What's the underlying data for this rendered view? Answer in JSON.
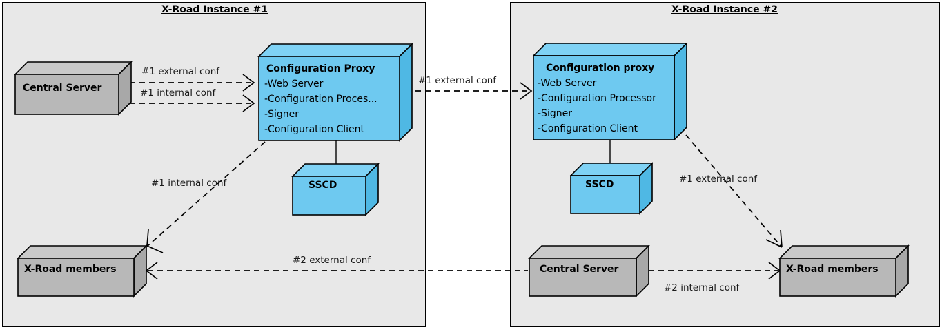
{
  "diagram": {
    "type": "uml-deployment-diagram",
    "background_color": "#ffffff",
    "panel_color": "#e8e8e8",
    "node_blue_color": "#6ec9f0",
    "node_gray_color": "#b8b8b8",
    "line_color": "#000000"
  },
  "panels": [
    {
      "id": "instance-1",
      "title": "X-Road Instance #1"
    },
    {
      "id": "instance-2",
      "title": "X-Road Instance #2"
    }
  ],
  "nodes": {
    "central_server_1": {
      "title": "Central Server",
      "style": "gray"
    },
    "config_proxy_1": {
      "title": "Configuration Proxy",
      "style": "blue",
      "components": [
        "-Web Server",
        "-Configuration Proces...",
        "-Signer",
        "-Configuration Client"
      ]
    },
    "sscd_1": {
      "title": "SSCD",
      "style": "blue"
    },
    "members_1": {
      "title": "X-Road members",
      "style": "gray"
    },
    "config_proxy_2": {
      "title": "Configuration proxy",
      "style": "blue",
      "components": [
        "-Web Server",
        "-Configuration Processor",
        "-Signer",
        "-Configuration Client"
      ]
    },
    "sscd_2": {
      "title": "SSCD",
      "style": "blue"
    },
    "central_server_2": {
      "title": "Central Server",
      "style": "gray"
    },
    "members_2": {
      "title": "X-Road members",
      "style": "gray"
    }
  },
  "edges": [
    {
      "id": "e1",
      "label": "#1 external conf",
      "from": "central_server_1",
      "to": "config_proxy_1",
      "style": "dashed-arrow"
    },
    {
      "id": "e2",
      "label": "#1 internal conf",
      "from": "central_server_1",
      "to": "config_proxy_1",
      "style": "dashed-arrow"
    },
    {
      "id": "e3",
      "label": "#1 external conf",
      "from": "config_proxy_1",
      "to": "config_proxy_2",
      "style": "dashed-arrow"
    },
    {
      "id": "e4",
      "label": "#1 internal conf",
      "from": "config_proxy_1",
      "to": "members_1",
      "style": "dashed-arrow"
    },
    {
      "id": "e5",
      "label": "#2 external conf",
      "from": "central_server_2",
      "to": "members_1",
      "style": "dashed-arrow"
    },
    {
      "id": "e6",
      "label": "#1 external conf",
      "from": "config_proxy_2",
      "to": "members_2",
      "style": "dashed-arrow"
    },
    {
      "id": "e7",
      "label": "#2 internal conf",
      "from": "central_server_2",
      "to": "members_2",
      "style": "dashed-arrow"
    },
    {
      "id": "e8",
      "label": "",
      "from": "config_proxy_1",
      "to": "sscd_1",
      "style": "solid"
    },
    {
      "id": "e9",
      "label": "",
      "from": "config_proxy_2",
      "to": "sscd_2",
      "style": "solid"
    }
  ]
}
